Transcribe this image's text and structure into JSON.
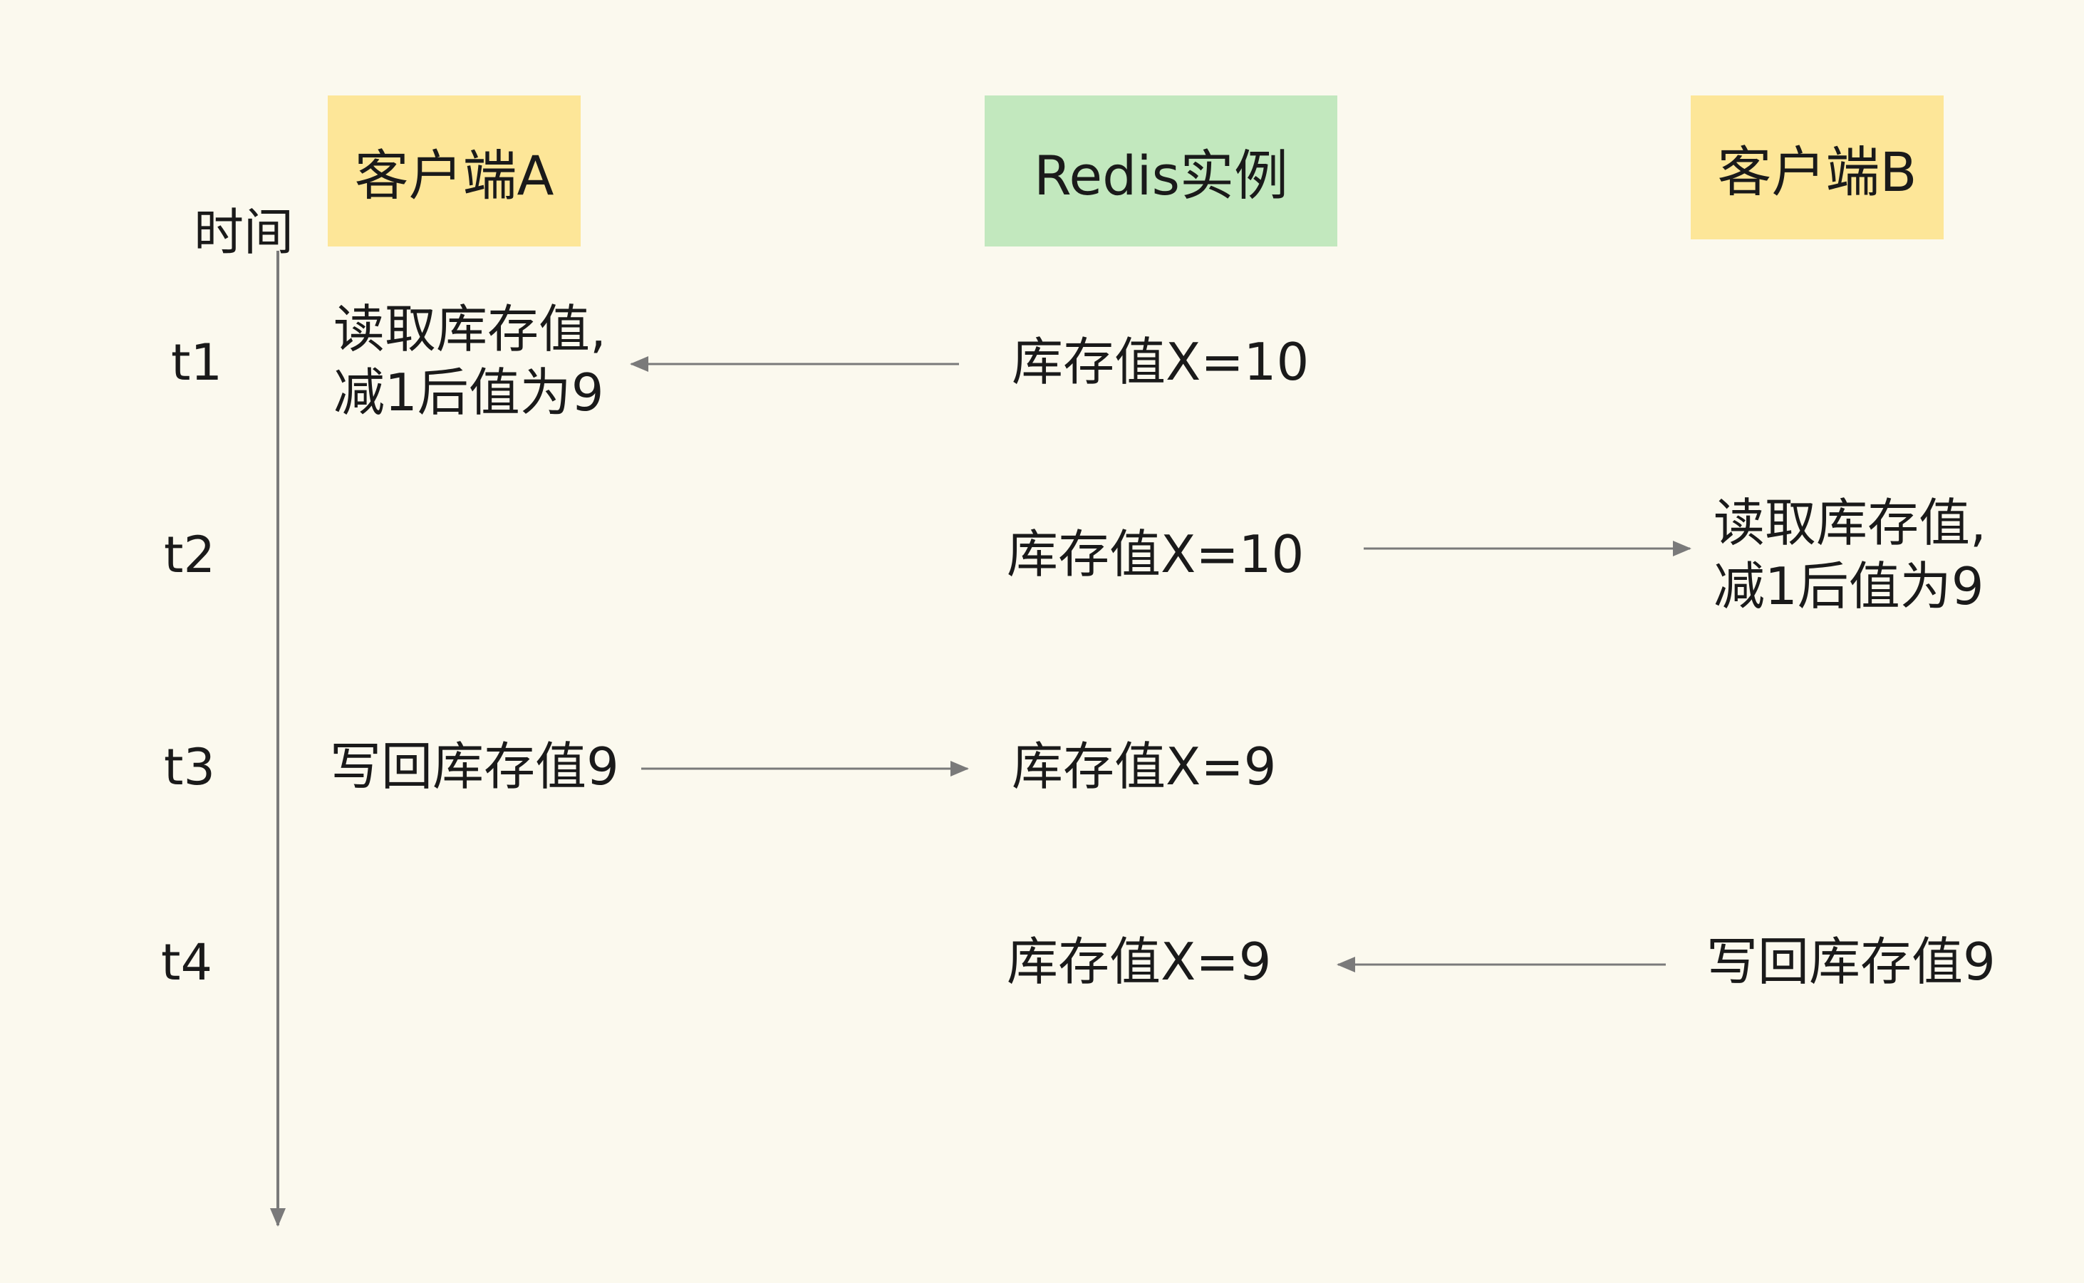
{
  "headers": {
    "client_a": "客户端A",
    "redis": "Redis实例",
    "client_b": "客户端B"
  },
  "axis": {
    "label": "时间"
  },
  "time_labels": [
    "t1",
    "t2",
    "t3",
    "t4"
  ],
  "steps": {
    "t1": {
      "client_a_line1": "读取库存值,",
      "client_a_line2": "减1后值为9",
      "redis": "库存值X=10"
    },
    "t2": {
      "redis": "库存值X=10",
      "client_b_line1": "读取库存值,",
      "client_b_line2": "减1后值为9"
    },
    "t3": {
      "client_a": "写回库存值9",
      "redis": "库存值X=9"
    },
    "t4": {
      "redis": "库存值X=9",
      "client_b": "写回库存值9"
    }
  },
  "colors": {
    "background": "#FBF9EE",
    "client_box": "#FDE698",
    "redis_box": "#C2E8BE",
    "arrow": "#7a7a7a"
  }
}
